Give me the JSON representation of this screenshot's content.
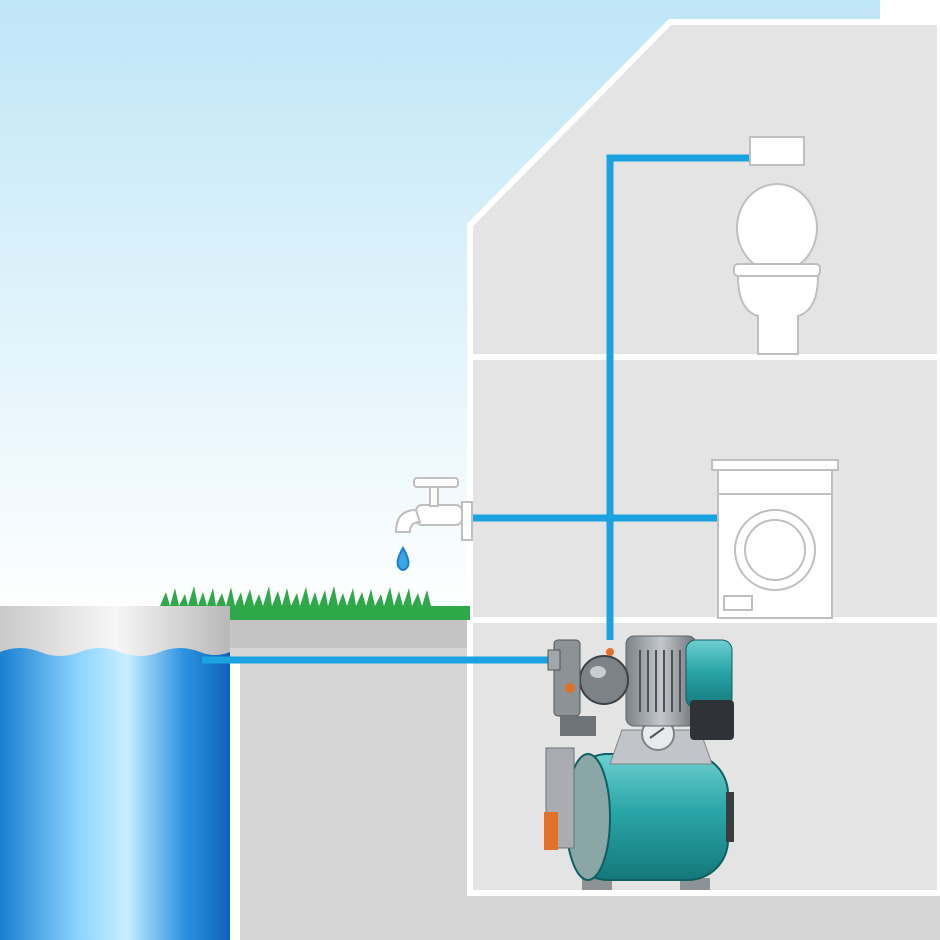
{
  "diagram": {
    "subject": "",
    "components": [
      {
        "name": "rainwater-tank",
        "icon": "water-tank-icon"
      },
      {
        "name": "suction-pipe",
        "icon": "pipe-icon"
      },
      {
        "name": "house-waterworks-pump",
        "icon": "pump-icon"
      },
      {
        "name": "supply-pipe",
        "icon": "pipe-icon"
      },
      {
        "name": "garden-tap",
        "icon": "faucet-icon"
      },
      {
        "name": "washing-machine",
        "icon": "washing-machine-icon"
      },
      {
        "name": "toilet-cistern",
        "icon": "toilet-icon"
      }
    ]
  },
  "colors": {
    "sky_top": "#bfe6f7",
    "sky_bottom": "#ffffff",
    "house_wall": "#e6e6e6",
    "house_outline": "#ffffff",
    "pipe": "#1aa3e0",
    "water_dark": "#1473c4",
    "water_light": "#9fdcff",
    "grass": "#2fa84a",
    "ground": "#d9d9d9",
    "pump_teal": "#2aa6a8",
    "pump_grey": "#9a9ea3"
  }
}
